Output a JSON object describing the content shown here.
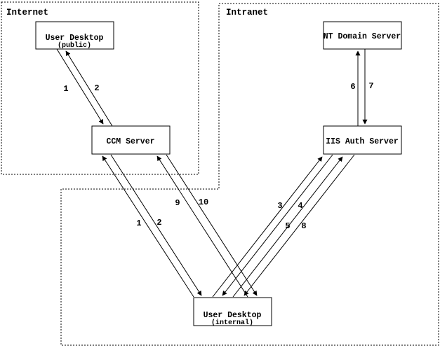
{
  "diagram": {
    "zones": {
      "internet": {
        "label": "Internet"
      },
      "intranet": {
        "label": "Intranet"
      }
    },
    "nodes": {
      "user_desktop_public": {
        "label": "User Desktop",
        "sublabel": "(public)"
      },
      "ccm_server": {
        "label": "CCM Server"
      },
      "nt_domain_server": {
        "label": "NT Domain Server"
      },
      "iis_auth_server": {
        "label": "IIS Auth Server"
      },
      "user_desktop_internal": {
        "label": "User Desktop",
        "sublabel": "(internal)"
      }
    },
    "edges": {
      "public_desktop_to_ccm": {
        "label": "1"
      },
      "ccm_to_public_desktop": {
        "label": "2"
      },
      "iis_to_nt_domain": {
        "label": "6"
      },
      "nt_domain_to_iis": {
        "label": "7"
      },
      "internal_desktop_to_ccm_first": {
        "label": "1"
      },
      "ccm_to_internal_desktop_first": {
        "label": "2"
      },
      "internal_desktop_to_ccm_second": {
        "label": "9"
      },
      "ccm_to_internal_desktop_second": {
        "label": "10"
      },
      "internal_desktop_to_iis_first": {
        "label": "3"
      },
      "iis_to_internal_desktop_first": {
        "label": "4"
      },
      "internal_desktop_to_iis_second": {
        "label": "5"
      },
      "iis_to_internal_desktop_second": {
        "label": "8"
      }
    },
    "colors": {
      "ink": "#000000",
      "background": "#ffffff"
    }
  }
}
